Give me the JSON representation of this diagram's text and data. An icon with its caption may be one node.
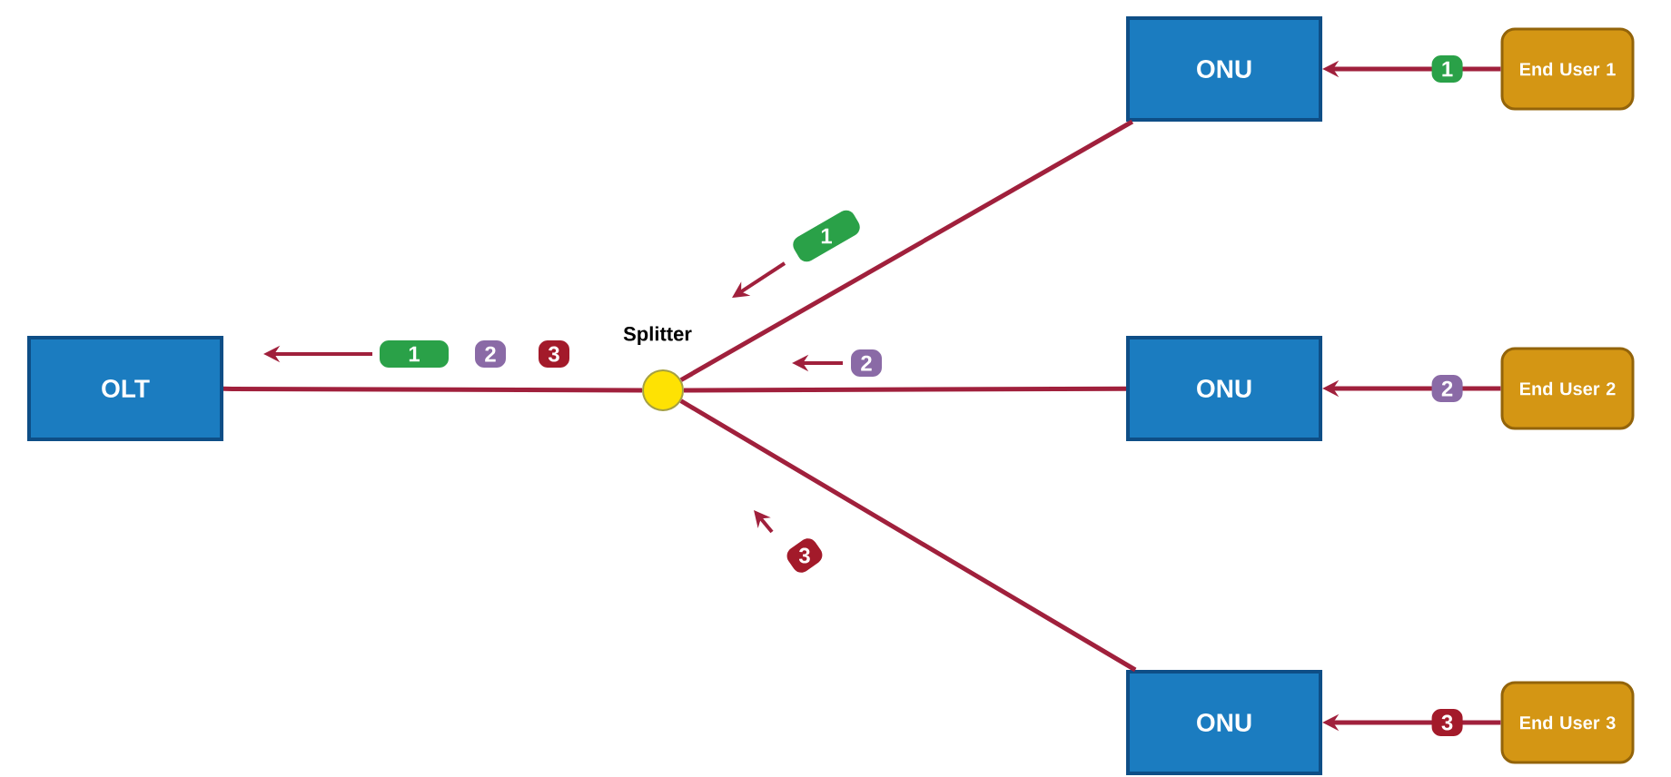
{
  "diagram": {
    "nodes": [
      {
        "text": [
          "OLT"
        ]
      },
      {
        "text": [
          "Splitter"
        ]
      },
      {
        "text": [
          "ONU"
        ]
      },
      {
        "text": [
          "ONU"
        ]
      },
      {
        "text": [
          "ONU"
        ]
      },
      {
        "text": [
          "End User 1"
        ]
      },
      {
        "text": [
          "End User 2"
        ]
      },
      {
        "text": [
          "End User 3"
        ]
      }
    ],
    "edges": [
      {
        "from": 0,
        "to": 1,
        "arrow": "none"
      },
      {
        "from": 1,
        "to": 2,
        "arrow": "none"
      },
      {
        "from": 1,
        "to": 3,
        "arrow": "none"
      },
      {
        "from": 1,
        "to": 4,
        "arrow": "none"
      },
      {
        "from": 5,
        "to": 2,
        "arrow": "to",
        "label": "1"
      },
      {
        "from": 6,
        "to": 3,
        "arrow": "to",
        "label": "2"
      },
      {
        "from": 7,
        "to": 4,
        "arrow": "to",
        "label": "3"
      }
    ],
    "labels": [
      "1",
      "1",
      "2",
      "3",
      "2",
      "3"
    ]
  }
}
